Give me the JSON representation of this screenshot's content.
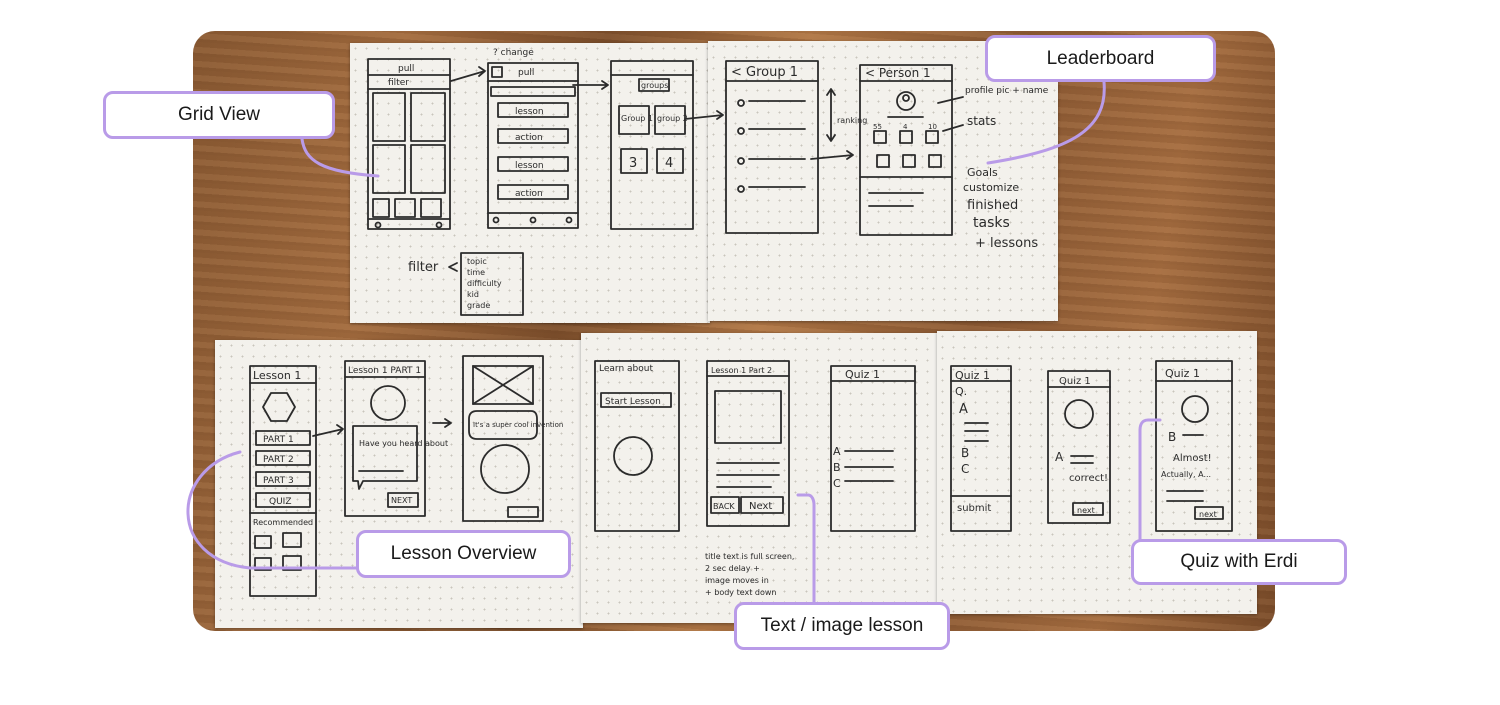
{
  "callouts": {
    "grid_view": "Grid View",
    "leaderboard": "Leaderboard",
    "lesson_overview": "Lesson Overview",
    "text_image_lesson": "Text / image lesson",
    "quiz_with_erdi": "Quiz with Erdi"
  },
  "sketch_text": {
    "change_note": "? change",
    "screen1_header": "pull",
    "screen1_filter": "filter",
    "screen2_header": "pull",
    "list_item_1": "lesson",
    "list_item_2": "action",
    "list_item_3": "lesson",
    "list_item_4": "action",
    "groups_header": "groups",
    "group_1": "Group 1",
    "group_2": "group 2",
    "group_3": "3",
    "group_4": "4",
    "filter_label": "filter",
    "filter_options": [
      "topic",
      "time",
      "difficulty",
      "kid",
      "grade"
    ],
    "group_screen_title": "< Group 1",
    "ranking_note": "ranking",
    "person_screen_title": "< Person 1",
    "stat_1": "55",
    "stat_2": "4",
    "stat_3": "10",
    "note_profile": "profile pic + name",
    "note_stats": "stats",
    "note_goals": "Goals",
    "note_customize": "customize",
    "note_finished": "finished",
    "note_tasks": "tasks",
    "note_lessons": "+ lessons",
    "lesson_title": "Lesson 1",
    "part_1": "PART 1",
    "part_2": "PART 2",
    "part_3": "PART 3",
    "quiz_button": "QUIZ",
    "recommended": "Recommended",
    "lesson_part_title": "Lesson 1 PART 1",
    "speech_1": "Have you heard about",
    "speech_2": "It's a super cool invention",
    "next_1": "NEXT",
    "learn_about": "Learn about",
    "start_lesson": "Start Lesson",
    "lesson_part_title_2": "Lesson 1 Part 2",
    "back_button": "BACK",
    "next_2": "Next",
    "lesson_note_1": "title text is full screen,",
    "lesson_note_2": "2 sec delay +",
    "lesson_note_3": "image moves in",
    "lesson_note_4": "+ body text down",
    "quiz_title_a": "Quiz 1",
    "quiz_title_b": "Quiz 1",
    "quiz_q": "Q.",
    "quiz_a": "A",
    "quiz_b": "B",
    "quiz_c": "C",
    "submit": "submit",
    "quiz_title_c": "Quiz 1",
    "quiz_a2": "A",
    "correct": "correct!",
    "next_3": "next",
    "quiz_title_d": "Quiz 1",
    "quiz_b2": "B",
    "almost": "Almost!",
    "actually": "Actually, A...",
    "next_4": "next"
  }
}
